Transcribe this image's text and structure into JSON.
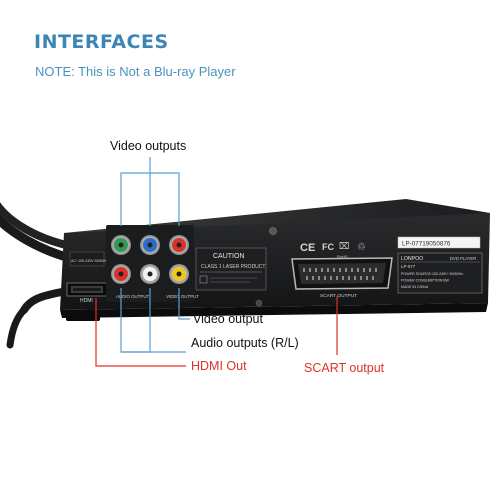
{
  "header": {
    "title": "INTERFACES",
    "note": "NOTE: This is Not a Blu-ray Player"
  },
  "callouts": {
    "video_outputs_top": "Video outputs",
    "video_output": "Video output",
    "audio_outputs": "Audio outputs (R/L)",
    "hdmi_out": "HDMI Out",
    "scart_output": "SCART output"
  },
  "panel_labels": {
    "caution": "CAUTION",
    "laser": "CLASS 1 LASER PRODUCT",
    "hdmi": "HDMI",
    "audio_output": "AUDIO OUTPUT",
    "video_output": "VIDEO OUTPUT",
    "scart_output": "SCART OUTPUT",
    "serial": "LP-07719050876",
    "brand": "LONPOO",
    "dvd_player": "DVD PLAYER",
    "model": "LP-077",
    "power_source": "POWER SOURCE:100-240V~50/60Hz",
    "power_consumption": "POWER CONSUMPTION:8W",
    "made_in": "MADE IN CHINA",
    "ac_input": "AC~100-240V 50/60Hz",
    "ce": "CE",
    "fcc": "FC",
    "rohs": "RoHS"
  },
  "colors": {
    "title": "#3b86b4",
    "callout_red": "#e0302a",
    "leader_red": "#e0302a",
    "leader_blue": "#5b9fd1",
    "jack_green": "#2f9a52",
    "jack_blue": "#2b6cc4",
    "jack_red": "#d8322b",
    "jack_white": "#f2f2f2",
    "jack_yellow": "#f2c81d"
  }
}
